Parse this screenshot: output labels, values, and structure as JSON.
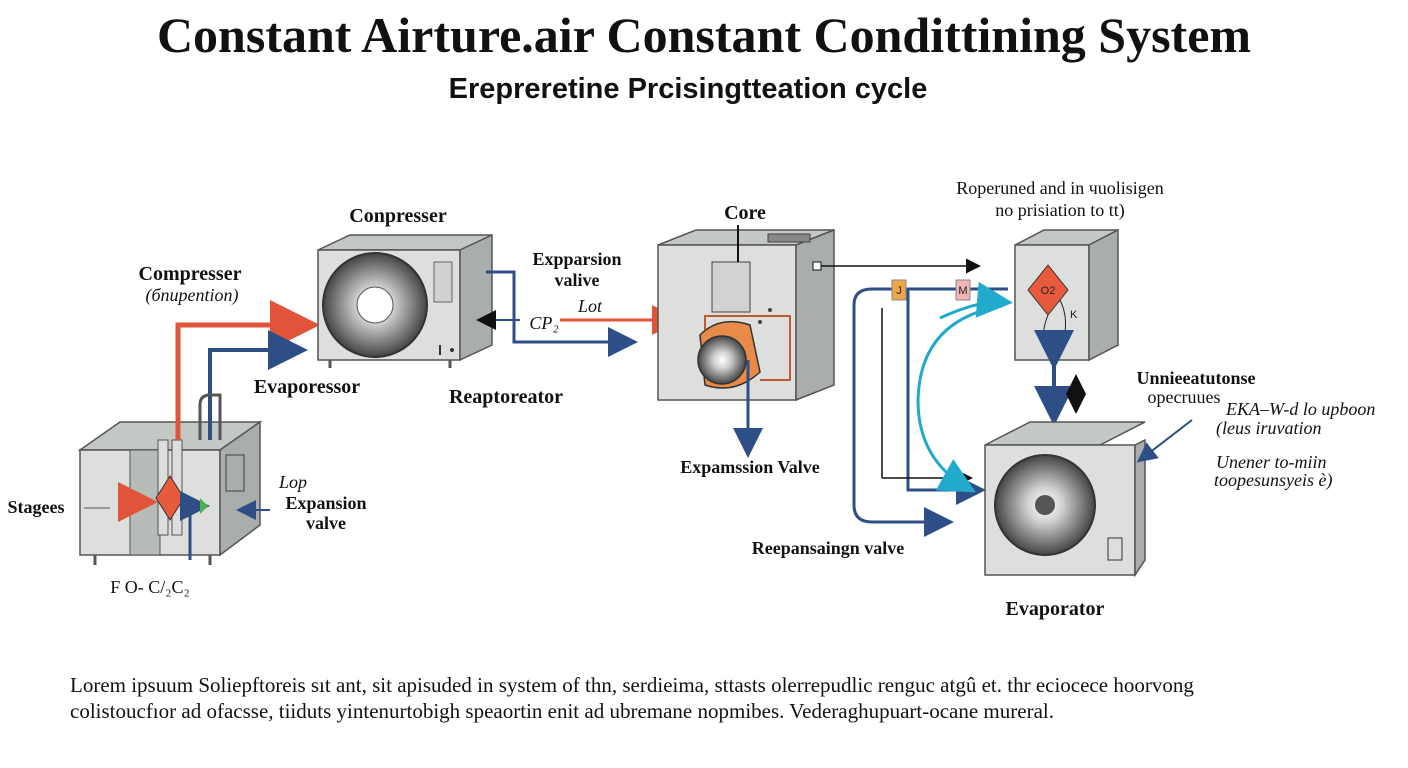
{
  "title": "Constant Airture.air Constant Condittining System",
  "subtitle": "Erepreretine Prcisingtteation cycle",
  "labels": {
    "compresser_top": "Conpresser",
    "compresser_left": "Compresser",
    "compresser_left_sub": "(бnupention)",
    "evaporessor": "Evaporessor",
    "reaptoreator": "Reaptoreator",
    "expansion_valve_top_1": "Expparsion",
    "expansion_valve_top_2": "valive",
    "lot": "Lot",
    "cp2": "CP₂",
    "core": "Core",
    "expamssion_valve": "Expamssion Valve",
    "reoperuned_1": "Roperuned and in чuolisigen",
    "reoperuned_2": "no prisiation to tt)",
    "tag_j": "J",
    "tag_m": "M",
    "tag_o2": "O2",
    "unnie_1": "Unnieeatutonse",
    "unnie_2": "opecruues",
    "eka_1": "EKA–W-d lo upboon",
    "eka_2": "(leus iruvation",
    "unener_1": "Unener to-miin",
    "unener_2": "toopesunsyeis è)",
    "evaporator": "Evaporator",
    "reepansaingn": "Reepansaingn valve",
    "stagees": "Stagees",
    "lop": "Lop",
    "expansion_valve_left_1": "Expansion",
    "expansion_valve_left_2": "valve",
    "formula": "F O- C/₂C₂"
  },
  "caption": {
    "line1": "Lorem ipsuum Soliepftoreis sıt ant, sit apisuded in system of thn, serdieima, sttasts olerrepudlic renguc atgû et. thr eciocece hoorvong",
    "line2": "colistoucfıor ad ofacsse, tiiduts yintenurtobigh speaortin enit ad ubremane nopmibes. Vederaghupuart-ocane mureral."
  },
  "colors": {
    "hot_line": "#e0553a",
    "cold_line": "#2d4f86",
    "cyan_line": "#22aacc",
    "unit_body": "#dcdfdc",
    "unit_side": "#a9adab",
    "unit_top": "#c4c8c5",
    "accent_orange": "#e88a4a",
    "diamond_red": "#e85a3c"
  }
}
